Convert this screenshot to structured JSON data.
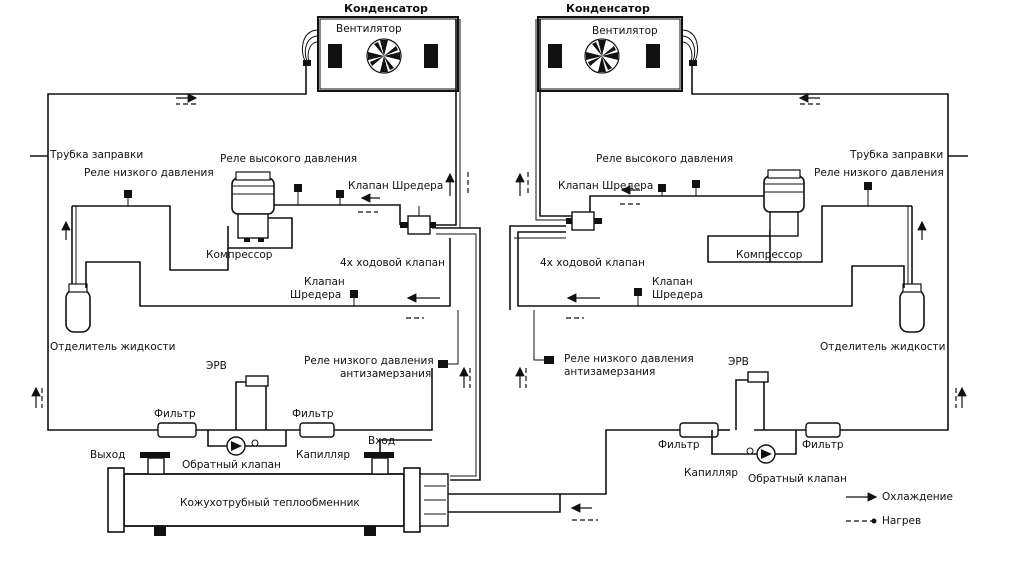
{
  "labels": {
    "condenser_left": "Конденсатор",
    "condenser_right": "Конденсатор",
    "fan_left": "Вентилятор",
    "fan_right": "Вентилятор",
    "charge_tube_left": "Трубка заправки",
    "charge_tube_right": "Трубка заправки",
    "low_relay_left": "Реле низкого давления",
    "low_relay_right": "Реле низкого давления",
    "high_relay_left": "Реле высокого давления",
    "high_relay_right": "Реле высокого давления",
    "schrader_top_left": "Клапан Шредера",
    "schrader_top_right": "Клапан Шредера",
    "compressor_left": "Компрессор",
    "compressor_right": "Компрессор",
    "fourway_left": "4х ходовой клапан",
    "fourway_right": "4х ходовой клапан",
    "schrader_mid_left_1": "Клапан",
    "schrader_mid_left_2": "Шредера",
    "schrader_mid_right_1": "Клапан",
    "schrader_mid_right_2": "Шредера",
    "separator_left": "Отделитель жидкости",
    "separator_right": "Отделитель жидкости",
    "antifreeze_left_1": "Реле низкого давления",
    "antifreeze_left_2": "антизамерзания",
    "antifreeze_right_1": "Реле низкого давления",
    "antifreeze_right_2": "антизамерзания",
    "erv_left": "ЭРВ",
    "erv_right": "ЭРВ",
    "filter_l1": "Фильтр",
    "filter_l2": "Фильтр",
    "filter_r1": "Фильтр",
    "filter_r2": "Фильтр",
    "output": "Выход",
    "input": "Вход",
    "check_valve_left": "Обратный клапан",
    "check_valve_right": "Обратный клапан",
    "capillary_left": "Капилляр",
    "capillary_right": "Капилляр",
    "heat_exchanger": "Кожухотрубный теплообменник"
  },
  "legend": {
    "cooling": "Охлаждение",
    "heating": "Нагрев"
  }
}
